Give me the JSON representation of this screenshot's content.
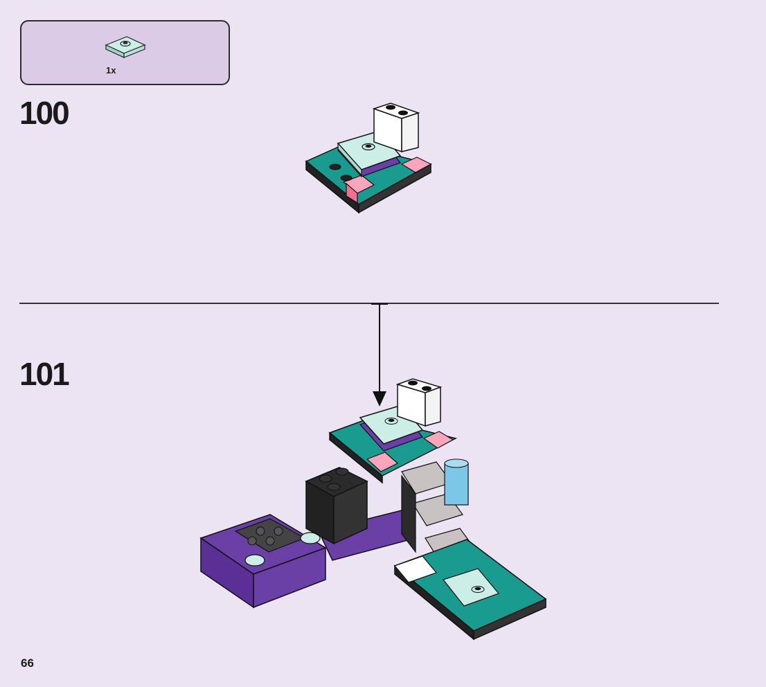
{
  "parts_callout": {
    "quantity": "1x",
    "part_icon": "light-aqua-jumper-plate-2x2-icon"
  },
  "steps": [
    {
      "number": "100"
    },
    {
      "number": "101"
    }
  ],
  "page_number": "66",
  "colors": {
    "background": "#ece3f3",
    "callout_bg": "#dccbe6",
    "teal": "#1a9b8f",
    "light_aqua": "#cdeee6",
    "purple": "#6a3fa6",
    "black": "#2b2b2b",
    "pink": "#f36f8f",
    "white": "#ffffff"
  }
}
